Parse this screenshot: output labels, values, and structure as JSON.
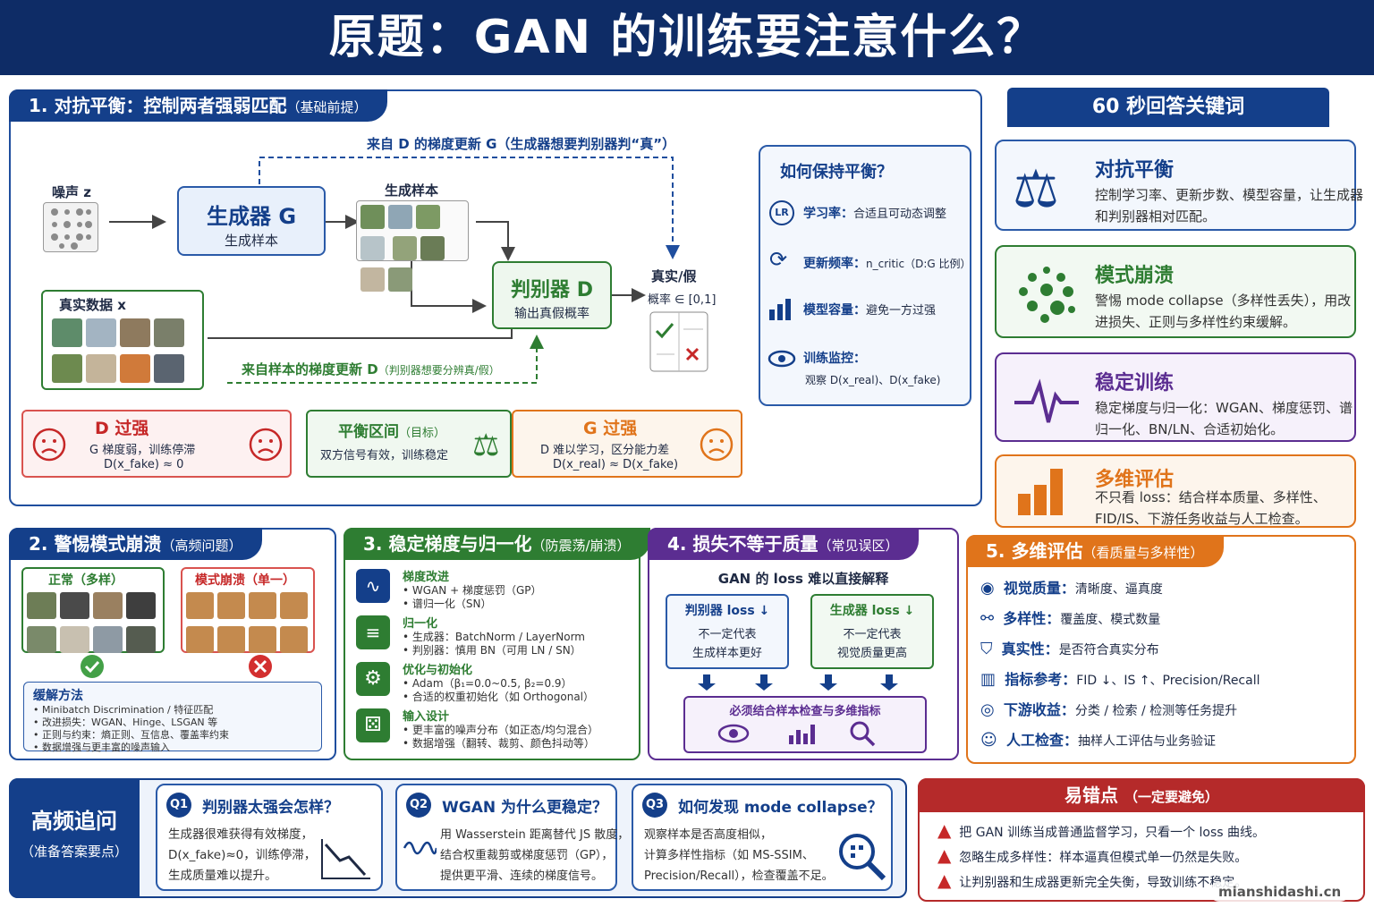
{
  "title": "原题：GAN 的训练要注意什么？",
  "s1": {
    "head": "1. 对抗平衡：控制两者强弱匹配",
    "head_sub": "（基础前提）",
    "noise": "噪声 z",
    "gen_title": "生成器 G",
    "gen_sub": "生成样本",
    "samples_label": "生成样本",
    "real_label": "真实数据 x",
    "disc_title": "判别器 D",
    "disc_sub": "输出真假概率",
    "out_label": "真实/假",
    "out_prob": "概率 ∈ [0,1]",
    "grad_g": "来自 D 的梯度更新 G（生成器想要判别器判“真”）",
    "grad_d": "来自样本的梯度更新 D",
    "grad_d_sub": "（判别器想要分辨真/假）",
    "balance_title": "如何保持平衡？",
    "balance_items": [
      {
        "k": "学习率：",
        "v": "合适且可动态调整"
      },
      {
        "k": "更新频率：",
        "v": "n_critic（D:G 比例）"
      },
      {
        "k": "模型容量：",
        "v": "避免一方过强"
      },
      {
        "k": "训练监控：",
        "v": "观察 D(x_real)、D(x_fake)"
      }
    ],
    "lr_badge": "LR",
    "d_strong_title": "D 过强",
    "d_strong_l1": "G 梯度弱，训练停滞",
    "d_strong_l2": "D(x_fake) ≈ 0",
    "bal_title": "平衡区间",
    "bal_sub": "（目标）",
    "bal_desc": "双方信号有效，训练稳定",
    "g_strong_title": "G 过强",
    "g_strong_l1": "D 难以学习，区分能力差",
    "g_strong_l2": "D(x_real) ≈ D(x_fake)"
  },
  "keywords": {
    "head": "60 秒回答关键词",
    "cards": [
      {
        "title": "对抗平衡",
        "desc": "控制学习率、更新步数、模型容量，让生成器和判别器相对匹配。"
      },
      {
        "title": "模式崩溃",
        "desc": "警惕 mode collapse（多样性丢失），用改进损失、正则与多样性约束缓解。"
      },
      {
        "title": "稳定训练",
        "desc": "稳定梯度与归一化：WGAN、梯度惩罚、谱归一化、BN/LN、合适初始化。"
      },
      {
        "title": "多维评估",
        "desc": "不只看 loss：结合样本质量、多样性、FID/IS、下游任务收益与人工检查。"
      }
    ]
  },
  "s2": {
    "head": "2. 警惕模式崩溃",
    "head_sub": "（高频问题）",
    "normal": "正常（多样）",
    "collapse": "模式崩溃（单一）",
    "fix_title": "缓解方法",
    "fix_items": [
      "Minibatch Discrimination / 特征匹配",
      "改进损失：WGAN、Hinge、LSGAN 等",
      "正则与约束：熵正则、互信息、覆盖率约束",
      "数据增强与更丰富的噪声输入"
    ]
  },
  "s3": {
    "head": "3. 稳定梯度与归一化",
    "head_sub": "（防震荡/崩溃）",
    "groups": [
      {
        "title": "梯度改进",
        "items": [
          "WGAN + 梯度惩罚（GP）",
          "谱归一化（SN）"
        ]
      },
      {
        "title": "归一化",
        "items": [
          "生成器：BatchNorm / LayerNorm",
          "判别器：慎用 BN（可用 LN / SN）"
        ]
      },
      {
        "title": "优化与初始化",
        "items": [
          "Adam（β₁=0.0~0.5, β₂=0.9）",
          "合适的权重初始化（如 Orthogonal）"
        ]
      },
      {
        "title": "输入设计",
        "items": [
          "更丰富的噪声分布（如正态/均匀混合）",
          "数据增强（翻转、裁剪、颜色抖动等）"
        ]
      }
    ]
  },
  "s4": {
    "head": "4. 损失不等于质量",
    "head_sub": "（常见误区）",
    "subtitle": "GAN 的 loss 难以直接解释",
    "d_loss": "判别器 loss ↓",
    "d_loss_l1": "不一定代表",
    "d_loss_l2": "生成样本更好",
    "g_loss": "生成器 loss ↓",
    "g_loss_l1": "不一定代表",
    "g_loss_l2": "视觉质量更高",
    "must": "必须结合样本检查与多维指标"
  },
  "s5": {
    "head": "5. 多维评估",
    "head_sub": "（看质量与多样性）",
    "rows": [
      {
        "k": "视觉质量：",
        "v": "清晰度、逼真度"
      },
      {
        "k": "多样性：",
        "v": "覆盖度、模式数量"
      },
      {
        "k": "真实性：",
        "v": "是否符合真实分布"
      },
      {
        "k": "指标参考：",
        "v": "FID ↓、IS ↑、Precision/Recall"
      },
      {
        "k": "下游收益：",
        "v": "分类 / 检索 / 检测等任务提升"
      },
      {
        "k": "人工检查：",
        "v": "抽样人工评估与业务验证"
      }
    ]
  },
  "faq": {
    "title": "高频追问",
    "sub": "（准备答案要点）",
    "q": [
      {
        "badge": "Q1",
        "title": "判别器太强会怎样？",
        "lines": [
          "生成器很难获得有效梯度，",
          "D(x_fake)≈0，训练停滞，",
          "生成质量难以提升。"
        ]
      },
      {
        "badge": "Q2",
        "title": "WGAN 为什么更稳定？",
        "lines": [
          "用 Wasserstein 距离替代 JS 散度，",
          "结合权重裁剪或梯度惩罚（GP），",
          "提供更平滑、连续的梯度信号。"
        ]
      },
      {
        "badge": "Q3",
        "title": "如何发现 mode collapse？",
        "lines": [
          "观察样本是否高度相似，",
          "计算多样性指标（如 MS-SSIM、",
          "Precision/Recall），检查覆盖不足。"
        ]
      }
    ]
  },
  "mistakes": {
    "title": "易错点",
    "sub": "（一定要避免）",
    "items": [
      "把 GAN 训练当成普通监督学习，只看一个 loss 曲线。",
      "忽略生成多样性：样本逼真但模式单一仍然是失败。",
      "让判别器和生成器更新完全失衡，导致训练不稳定。"
    ]
  },
  "watermark": "mianshidashi.cn",
  "colors": {
    "navy": "#0e2c66",
    "blue": "#143f8a",
    "green": "#2e7d32",
    "purple": "#5b2d91",
    "orange": "#e0741b",
    "red": "#b52a2a"
  }
}
